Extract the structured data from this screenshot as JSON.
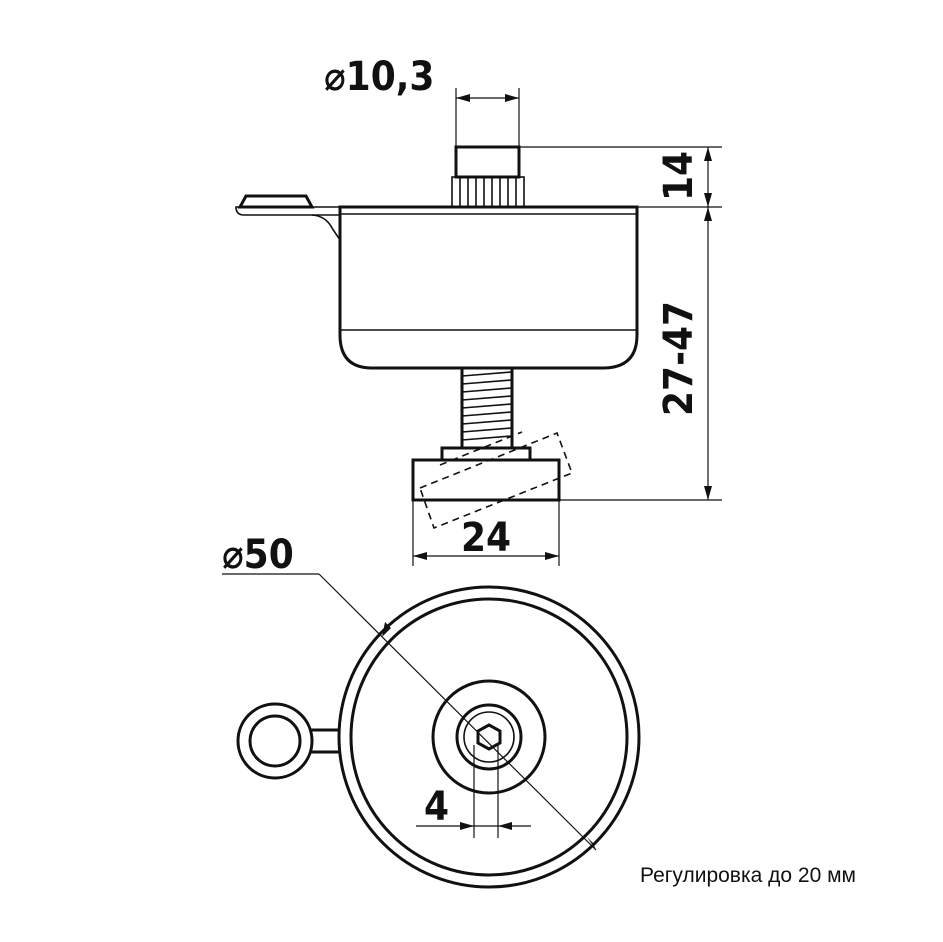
{
  "dimensions": {
    "bolt_diameter": "⌀10,3",
    "stem_height": "14",
    "adjust_range": "27-47",
    "pad_width": "24",
    "body_diameter": "⌀50",
    "hex_size": "4"
  },
  "caption": "Регулировка до 20 мм"
}
